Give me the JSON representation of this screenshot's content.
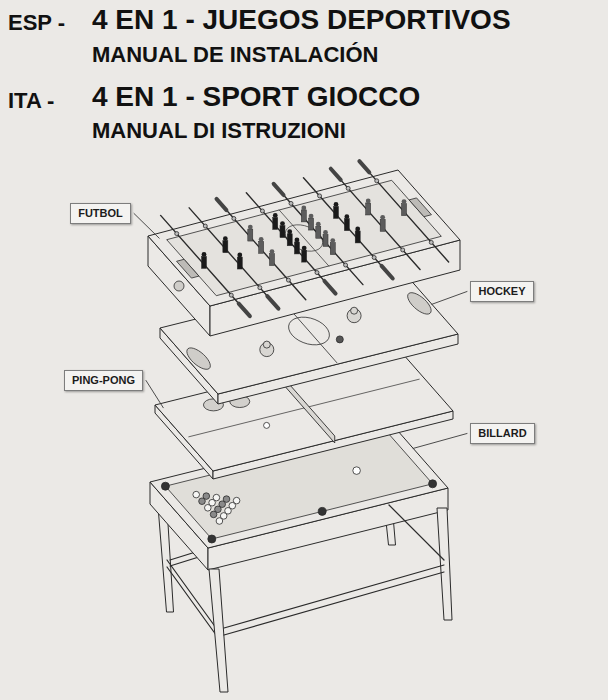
{
  "diagram": {
    "nodes": [
      {
        "text": [
          "FUTBOL"
        ]
      },
      {
        "text": [
          "HOCKEY"
        ]
      },
      {
        "text": [
          "PING-PONG"
        ]
      },
      {
        "text": [
          "BILLARD"
        ]
      }
    ],
    "labels": [
      "ESP -",
      "4 EN 1 - JUEGOS DEPORTIVOS",
      "MANUAL DE INSTALACIÓN",
      "ITA -",
      "4 EN 1 - SPORT GIOCCO",
      "MANUAL DI ISTRUZIONI"
    ]
  }
}
